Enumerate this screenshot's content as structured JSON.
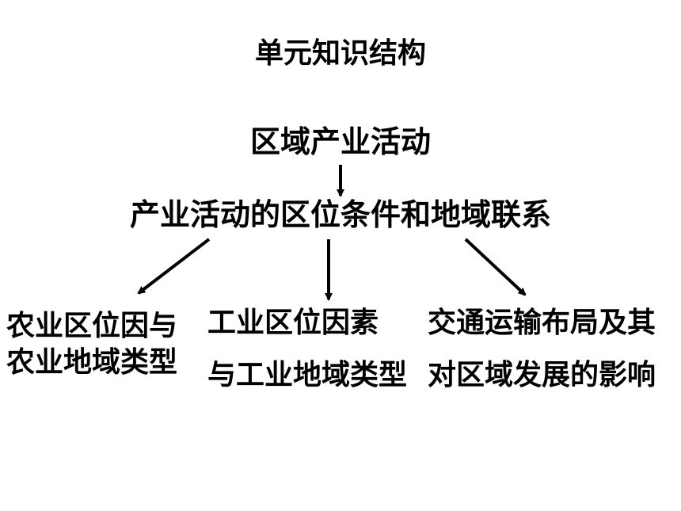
{
  "title": "单元知识结构",
  "root": "区域产业活动",
  "middle": "产业活动的区位条件和地域联系",
  "branches": [
    {
      "line1": "农业区位因与",
      "line2": "农业地域类型"
    },
    {
      "line1": "工业区位因素",
      "line2": "与工业地域类型"
    },
    {
      "line1": "交通运输布局及其",
      "line2": "对区域发展的影响"
    }
  ]
}
